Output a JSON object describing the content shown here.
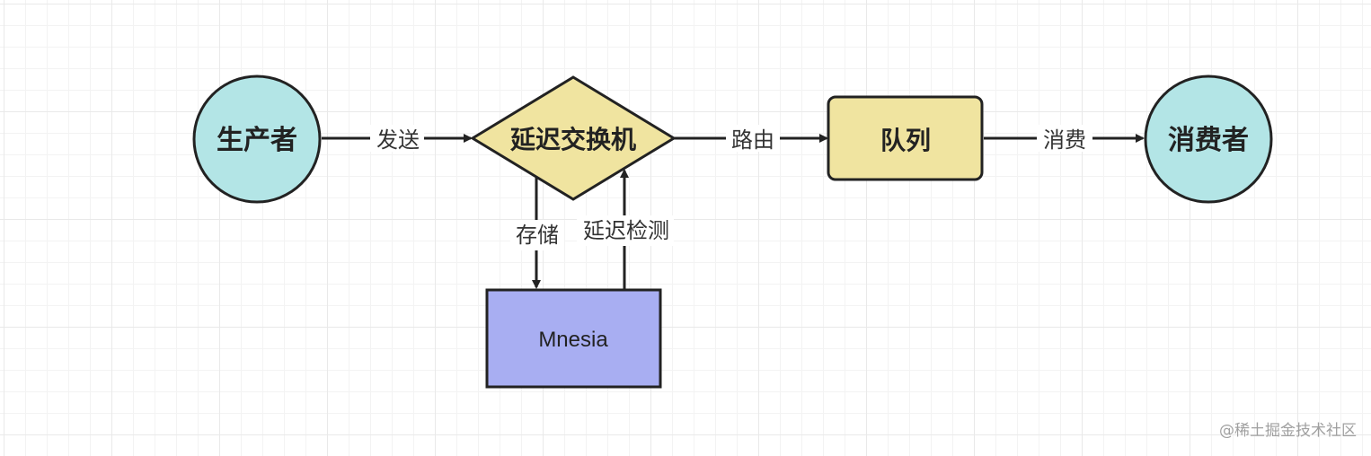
{
  "nodes": {
    "producer": "生产者",
    "delay_exchange": "延迟交换机",
    "queue": "队列",
    "consumer": "消费者",
    "mnesia": "Mnesia"
  },
  "edges": {
    "send": "发送",
    "route": "路由",
    "consume": "消费",
    "store": "存储",
    "delay_check": "延迟检测"
  },
  "watermark": "@稀土掘金技术社区",
  "colors": {
    "circle_fill": "#b3e5e6",
    "diamond_fill": "#f0e4a0",
    "queue_fill": "#f0e4a0",
    "mnesia_fill": "#a8aef2",
    "stroke": "#222222"
  }
}
